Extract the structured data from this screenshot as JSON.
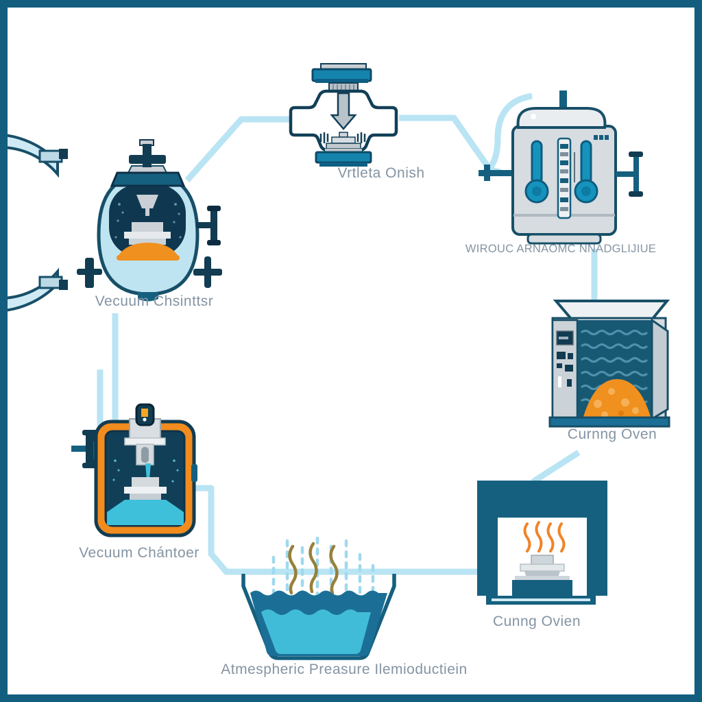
{
  "nodes": {
    "press": {
      "label": "Vrtleta Onish"
    },
    "mixer": {
      "label": "WIROUC ARNAOMC NNADGLIJIUE"
    },
    "vacuum_chamber_1": {
      "label": "Vecuum Chsinttsr"
    },
    "curing_oven_1": {
      "label": "Curnng Oven"
    },
    "vacuum_chamber_2": {
      "label": "Vecuum Chántoer"
    },
    "curing_oven_2": {
      "label": "Cunng Ovien"
    },
    "pressure_bath": {
      "label": "Atmespheric Preasure Ilemioductiein"
    }
  },
  "colors": {
    "frame_border": "#135e7f",
    "connector": "#b9e4f3",
    "outline": "#174f68",
    "teal_fill": "#1584ad",
    "dark_teal": "#15607f",
    "dark_interior": "#10374f",
    "oven_interior": "#175873",
    "orange": "#f0901e",
    "orange_frame": "#f28c1e",
    "cyan_liquid": "#3ec0da",
    "water_dark": "#1b6f96",
    "steam_olive": "#97803a",
    "machine_gray": "#d6dce0",
    "label_text": "#8494a3"
  }
}
